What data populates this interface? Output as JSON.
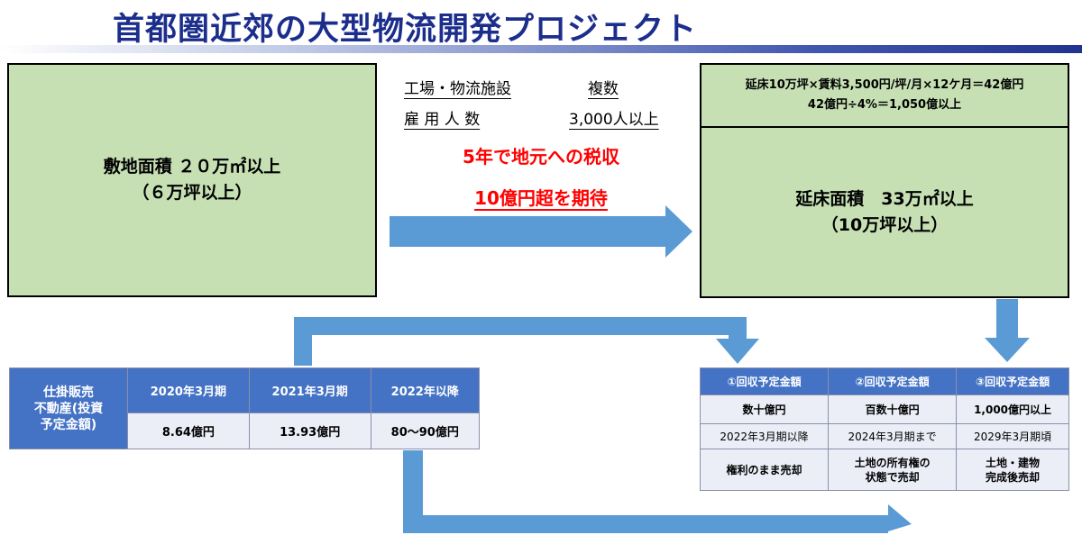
{
  "title": "首都圏近郊の大型物流開発プロジェクト",
  "land_box": {
    "line1": "敷地面積 ２０万㎡以上",
    "line2": "（６万坪以上）"
  },
  "middle": {
    "facility_label": "工場・物流施設",
    "facility_value": "複数",
    "employment_label": "雇 用 人 数",
    "employment_value": "3,000人以上",
    "tax_line1": "5年で地元への税収",
    "tax_line2": "10億円超を期待"
  },
  "calc_box": {
    "line1": "延床10万坪×賃料3,500円/坪/月×12ケ月＝42億円",
    "line2": "42億円÷4%＝1,050億以上"
  },
  "floor_box": {
    "line1": "延床面積　33万㎡以上",
    "line2": "（10万坪以上）"
  },
  "left_table": {
    "row_header": [
      "仕掛販売",
      "不動産(投資",
      "予定金額)"
    ],
    "columns": [
      "2020年3月期",
      "2021年3月期",
      "2022年以降"
    ],
    "values": [
      "8.64億円",
      "13.93億円",
      "80〜90億円"
    ]
  },
  "right_table": {
    "headers": [
      "①回収予定金額",
      "②回収予定金額",
      "③回収予定金額"
    ],
    "amounts": [
      "数十億円",
      "百数十億円",
      "1,000億円以上"
    ],
    "periods": [
      "2022年3月期以降",
      "2024年3月期まで",
      "2029年3月期頃"
    ],
    "methods": [
      [
        "権利のまま売却"
      ],
      [
        "土地の所有権の",
        "状態で売却"
      ],
      [
        "土地・建物",
        "完成後売却"
      ]
    ]
  },
  "colors": {
    "title": "#1c2e8c",
    "arrow": "#5b9bd5",
    "green_fill": "#c6e0b4",
    "header_blue": "#4472c4",
    "tax_text": "#ff0000"
  }
}
